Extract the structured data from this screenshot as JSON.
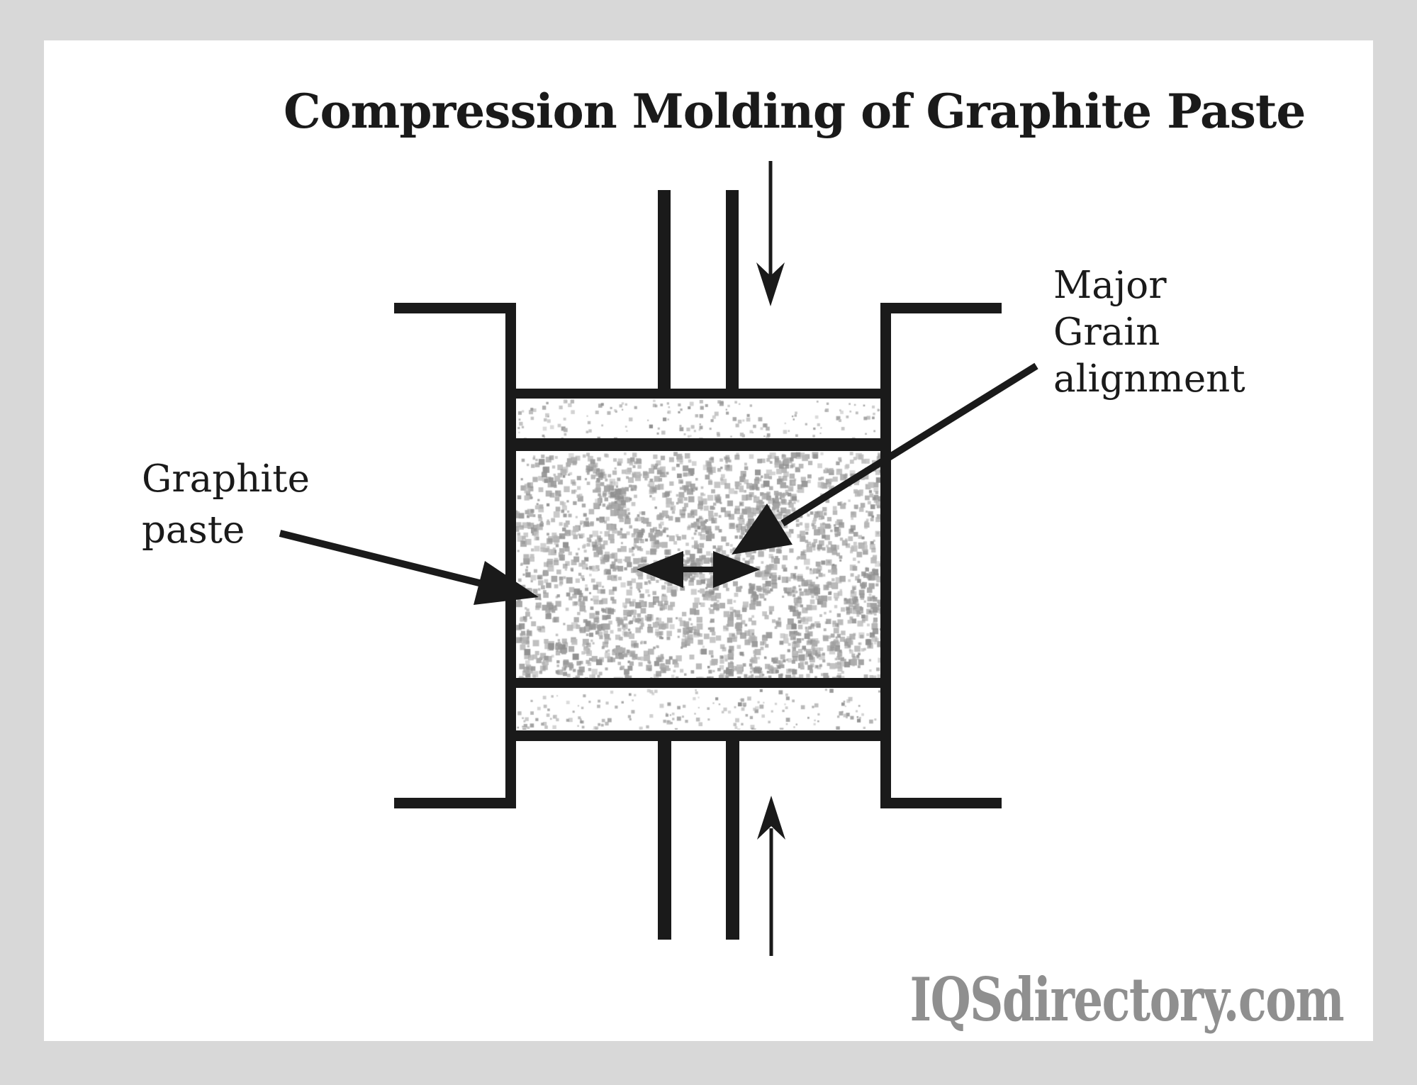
{
  "title": "Compression Molding of Graphite Paste",
  "annotations": {
    "graphite_paste": {
      "line1": "Graphite",
      "line2": "paste"
    },
    "grain": {
      "line1": "Major",
      "line2": "Grain",
      "line3": "alignment"
    }
  },
  "watermark": "IQSdirectory.com",
  "colors": {
    "ink": "#1a1a1a",
    "canvas": "#ffffff",
    "frame": "#d8d8d8",
    "watermark": "#8f8f8f",
    "speckle_light": "#c2c2c2",
    "speckle_dark": "#8d8d8d"
  }
}
